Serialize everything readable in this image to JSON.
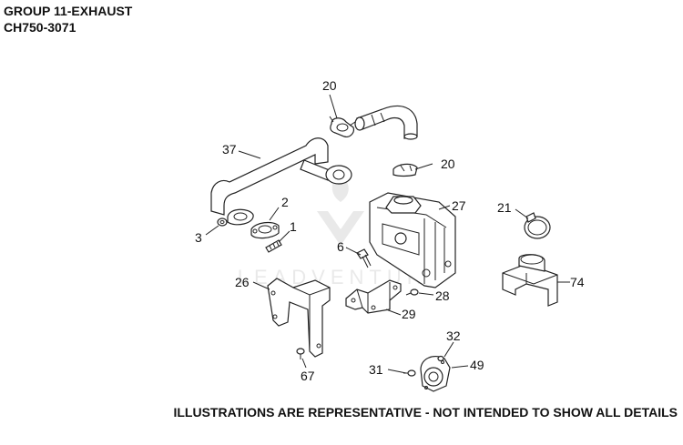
{
  "header": {
    "group_title": "GROUP 11-EXHAUST",
    "model": "CH750-3071"
  },
  "footer": {
    "note": "ILLUSTRATIONS ARE REPRESENTATIVE - NOT INTENDED TO SHOW ALL DETAILS"
  },
  "watermark": "LEADVENTURE",
  "callouts": {
    "c20a": "20",
    "c20b": "20",
    "c37": "37",
    "c2": "2",
    "c1": "1",
    "c3": "3",
    "c27": "27",
    "c21": "21",
    "c6": "6",
    "c74": "74",
    "c26": "26",
    "c28": "28",
    "c29": "29",
    "c32": "32",
    "c31": "31",
    "c49": "49",
    "c67": "67"
  }
}
